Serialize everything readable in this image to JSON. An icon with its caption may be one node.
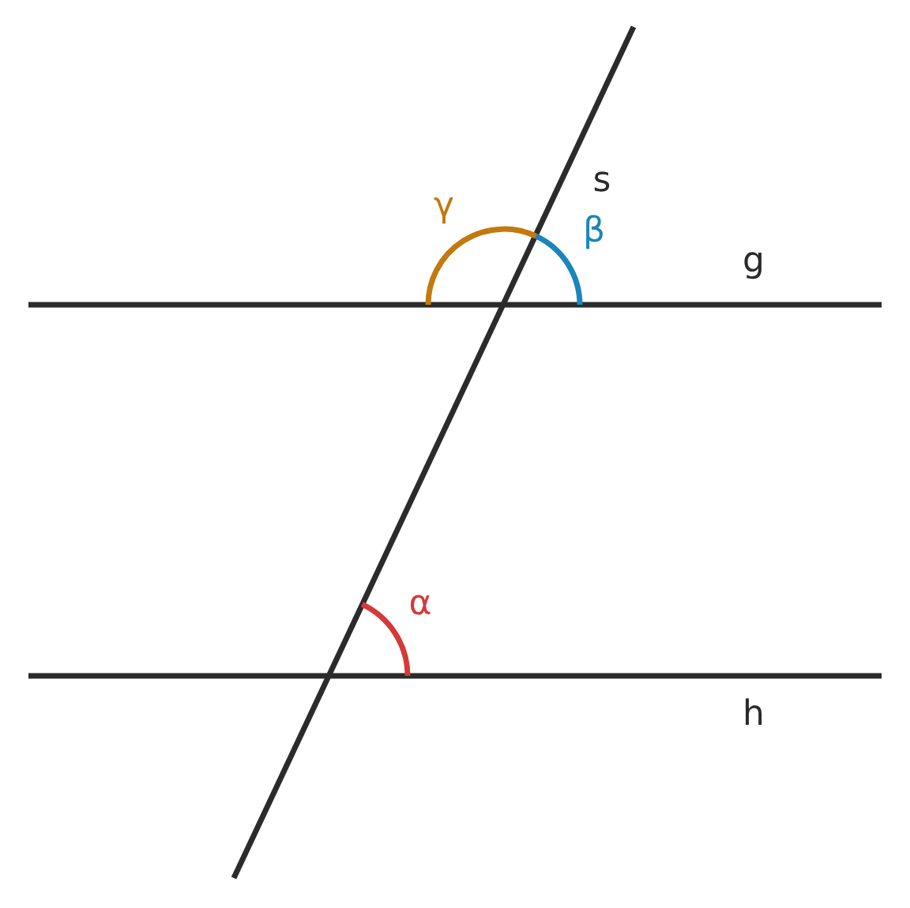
{
  "diagram": {
    "labels": [
      "s",
      "γ",
      "β",
      "g",
      "α",
      "h"
    ]
  }
}
